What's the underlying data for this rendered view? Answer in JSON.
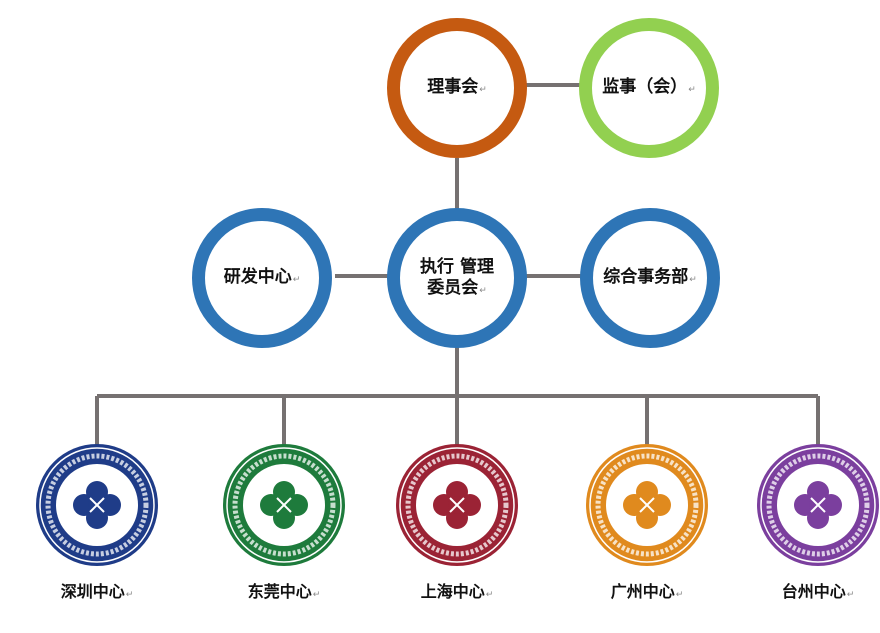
{
  "colors": {
    "board": "#c55a11",
    "supervisor": "#92d050",
    "committee": "#2e75b6",
    "connector": "#767171",
    "shenzhen": "#1f3c88",
    "dongguan": "#1e7b3c",
    "shanghai": "#9b2335",
    "guangzhou": "#e08a1e",
    "taizhou": "#7b3f9e"
  },
  "top": {
    "board": "理事会",
    "supervisor": "监事（会）"
  },
  "middle": {
    "rnd": "研发中心",
    "executive_line1": "执行 管理",
    "executive_line2": "委员会",
    "general_affairs": "综合事务部"
  },
  "centers": [
    {
      "name": "深圳中心",
      "color_key": "shenzhen"
    },
    {
      "name": "东莞中心",
      "color_key": "dongguan"
    },
    {
      "name": "上海中心",
      "color_key": "shanghai"
    },
    {
      "name": "广州中心",
      "color_key": "guangzhou"
    },
    {
      "name": "台州中心",
      "color_key": "taizhou"
    }
  ]
}
